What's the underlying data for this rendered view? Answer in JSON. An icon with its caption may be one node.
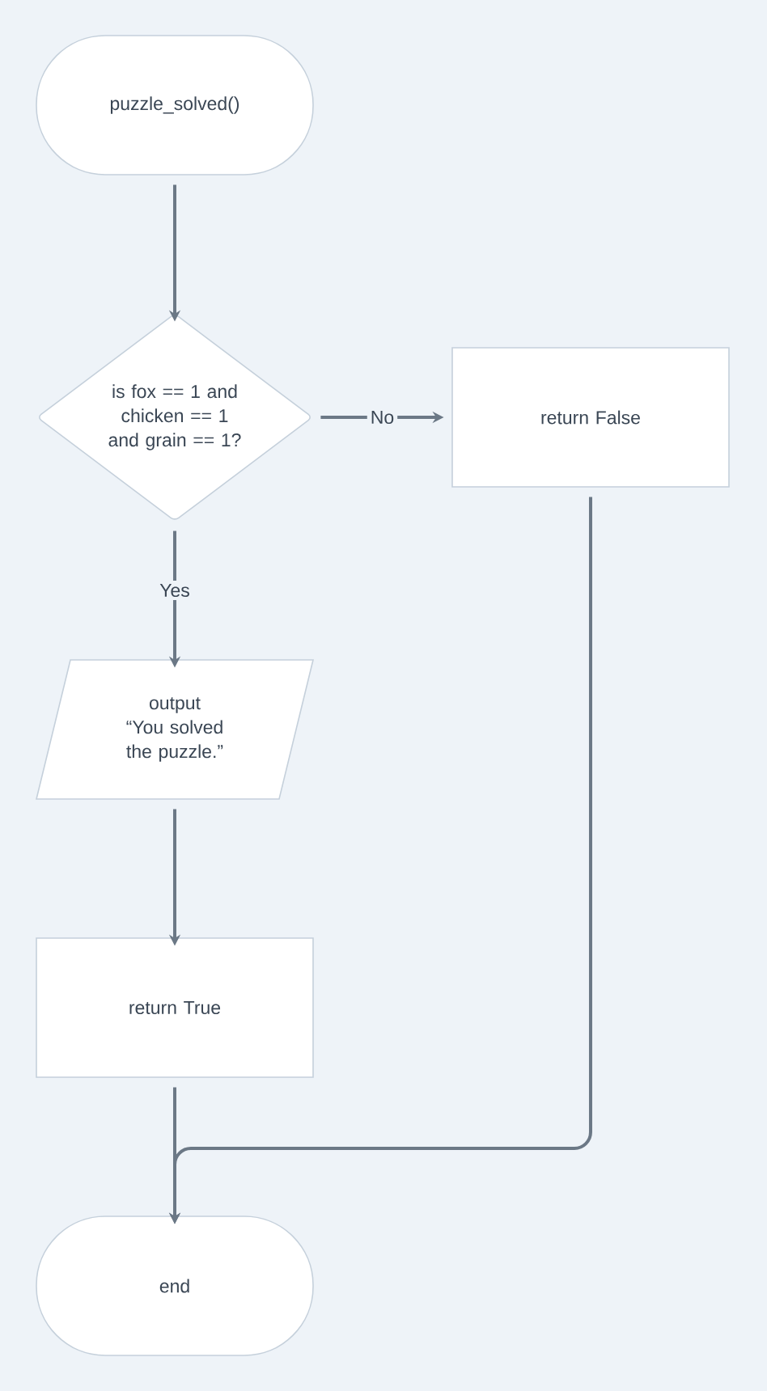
{
  "diagram": {
    "nodes": [
      {
        "text": [
          "puzzle_solved()"
        ]
      },
      {
        "text": [
          "is fox == 1 and chicken == 1 and grain == 1?"
        ]
      },
      {
        "text": [
          "return False"
        ]
      },
      {
        "text": [
          "output",
          "“You solved the puzzle.”"
        ]
      },
      {
        "text": [
          "return True"
        ]
      },
      {
        "text": [
          "end"
        ]
      }
    ],
    "edges": [
      {
        "from": 0,
        "to": 1,
        "arrow": "to"
      },
      {
        "from": 1,
        "to": 2,
        "arrow": "to",
        "label": "No"
      },
      {
        "from": 1,
        "to": 3,
        "arrow": "to",
        "label": "Yes"
      },
      {
        "from": 3,
        "to": 4,
        "arrow": "to"
      },
      {
        "from": 4,
        "to": 5,
        "arrow": "to"
      },
      {
        "from": 2,
        "to": 5,
        "arrow": "to"
      }
    ]
  }
}
